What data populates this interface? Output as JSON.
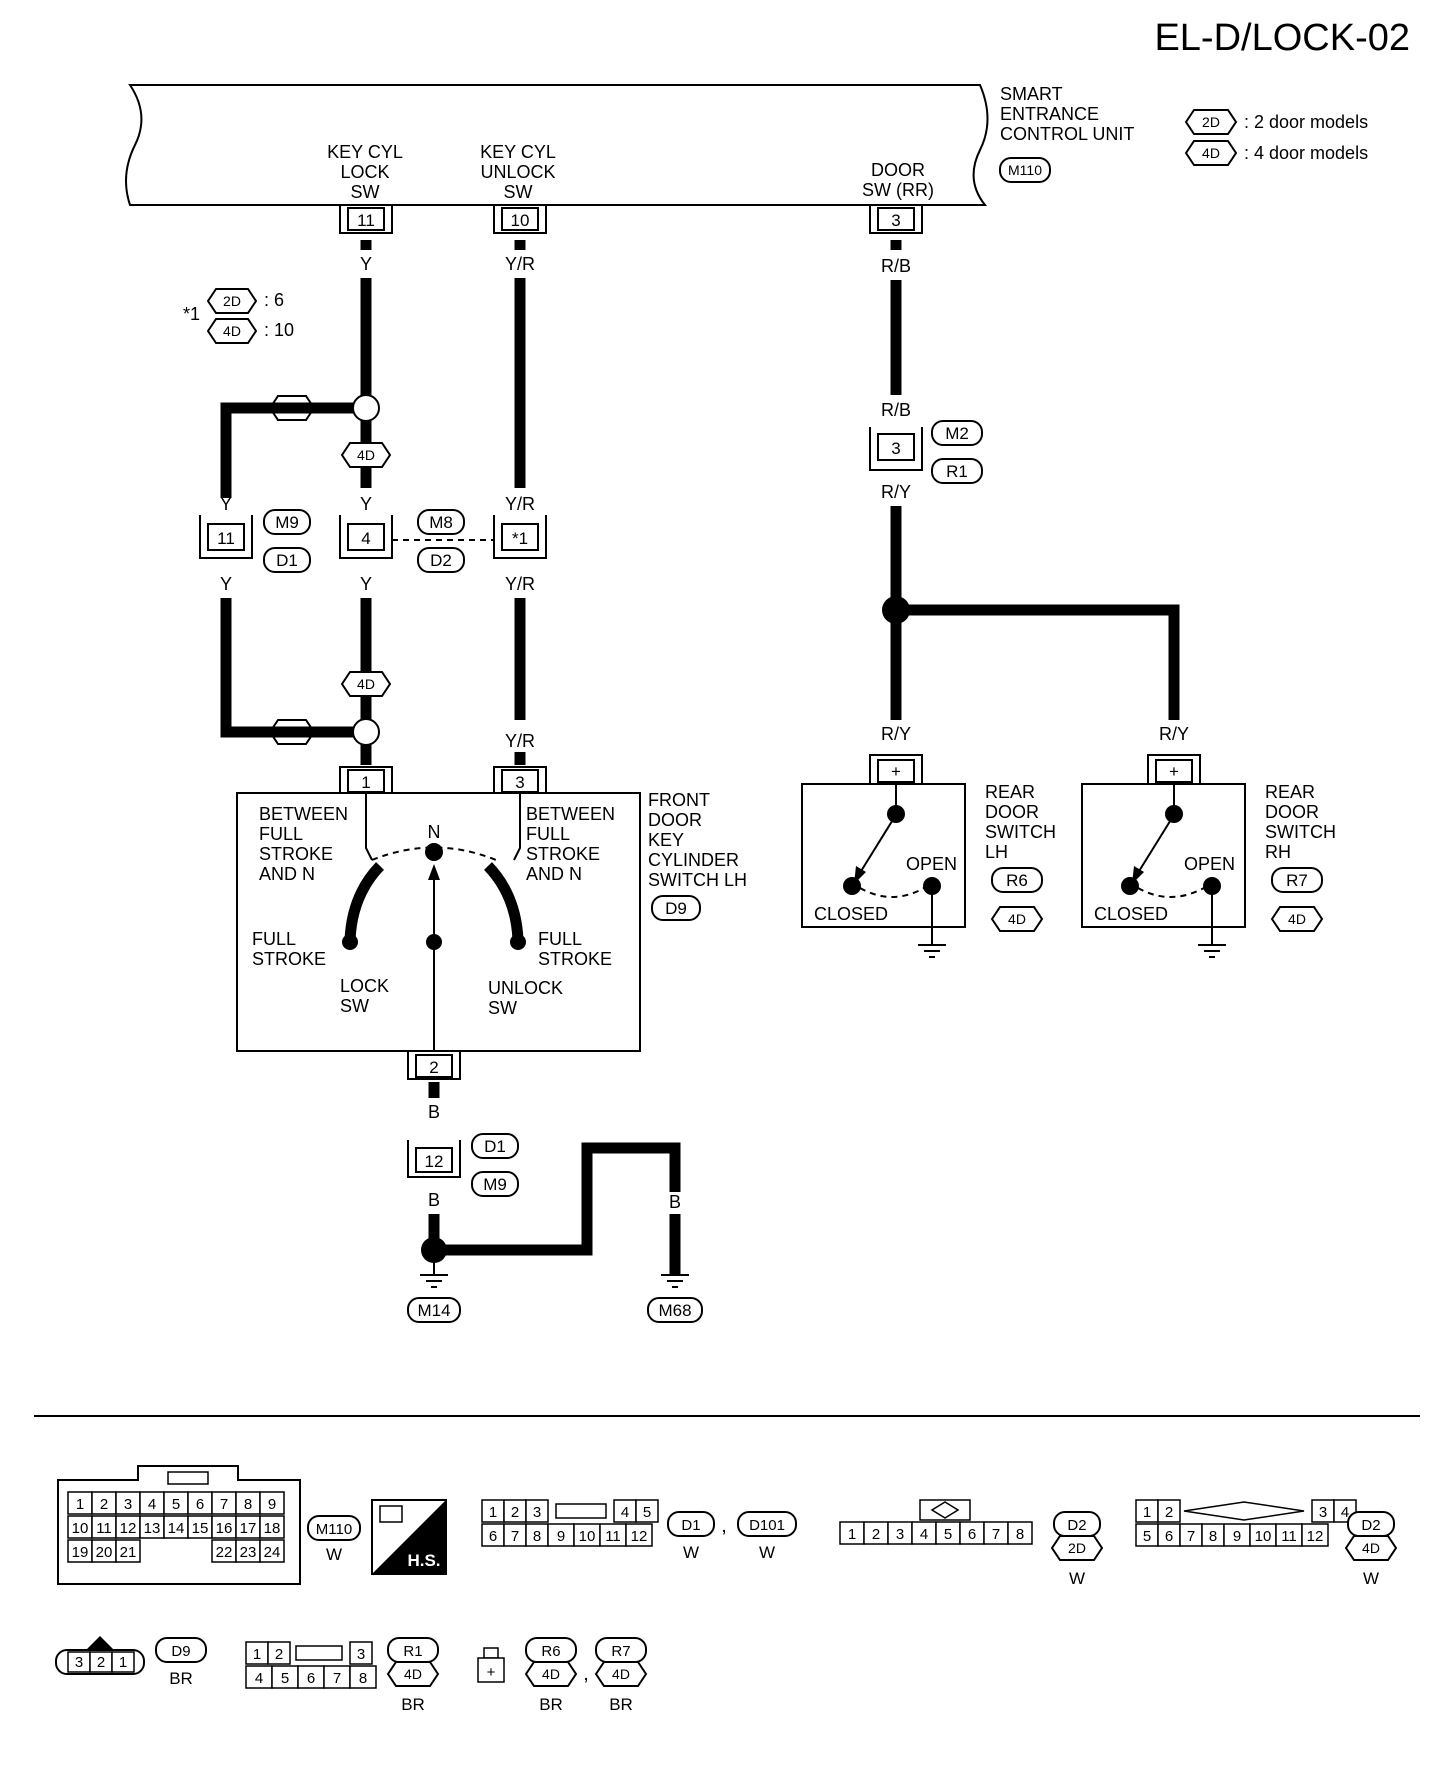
{
  "title": "EL-D/LOCK-02",
  "control_unit": {
    "name_lines": [
      "SMART",
      "ENTRANCE",
      "CONTROL UNIT"
    ],
    "connector": "M110",
    "terminals": [
      {
        "pin": "11",
        "name_lines": [
          "KEY CYL",
          "LOCK",
          "SW"
        ],
        "wire": "Y"
      },
      {
        "pin": "10",
        "name_lines": [
          "KEY CYL",
          "UNLOCK",
          "SW"
        ],
        "wire": "Y/R"
      },
      {
        "pin": "3",
        "name_lines": [
          "DOOR",
          "SW (RR)"
        ],
        "wire": "R/B"
      }
    ]
  },
  "legend": {
    "items": [
      {
        "tag": "2D",
        "text": ": 2 door models"
      },
      {
        "tag": "4D",
        "text": ": 4 door models"
      }
    ]
  },
  "footnote": {
    "mark": "*1",
    "items": [
      {
        "tag": "2D",
        "text": ": 6"
      },
      {
        "tag": "4D",
        "text": ": 10"
      }
    ]
  },
  "wires": {
    "y": "Y",
    "yr": "Y/R",
    "rb": "R/B",
    "ry": "R/Y",
    "b": "B"
  },
  "variants": {
    "two_door": "2D",
    "four_door": "4D"
  },
  "joint_connectors": {
    "left_pin": "11",
    "left_codes": [
      "M9",
      "D1"
    ],
    "mid_pin": "4",
    "mid_codes": [
      "M8",
      "D2"
    ],
    "right_pin": "*1",
    "rr_pin": "3",
    "rr_codes": [
      "M2",
      "R1"
    ],
    "ground_pin": "12",
    "ground_codes": [
      "D1",
      "M9"
    ]
  },
  "key_switch": {
    "name_lines": [
      "FRONT",
      "DOOR",
      "KEY",
      "CYLINDER",
      "SWITCH LH"
    ],
    "connector": "D9",
    "pin_top_left": "1",
    "pin_top_right": "3",
    "pin_bottom": "2",
    "between_lines": [
      "BETWEEN",
      "FULL",
      "STROKE",
      "AND N"
    ],
    "full_stroke_lines": [
      "FULL",
      "STROKE"
    ],
    "n_label": "N",
    "lock_lines": [
      "LOCK",
      "SW"
    ],
    "unlock_lines": [
      "UNLOCK",
      "SW"
    ]
  },
  "door_switches": [
    {
      "name_lines": [
        "REAR",
        "DOOR",
        "SWITCH",
        "LH"
      ],
      "connector": "R6",
      "variant": "4D",
      "pin": "+",
      "open": "OPEN",
      "closed": "CLOSED"
    },
    {
      "name_lines": [
        "REAR",
        "DOOR",
        "SWITCH",
        "RH"
      ],
      "connector": "R7",
      "variant": "4D",
      "pin": "+",
      "open": "OPEN",
      "closed": "CLOSED"
    }
  ],
  "grounds": [
    "M14",
    "M68"
  ],
  "connector_views": {
    "m110": {
      "rows": [
        [
          "1",
          "2",
          "3",
          "4",
          "5",
          "6",
          "7",
          "8",
          "9"
        ],
        [
          "10",
          "11",
          "12",
          "13",
          "14",
          "15",
          "16",
          "17",
          "18"
        ],
        [
          "19",
          "20",
          "21",
          "22",
          "23",
          "24"
        ]
      ],
      "code": "M110",
      "color": "W"
    },
    "hs": {
      "text": "H.S."
    },
    "d1": {
      "rows": [
        [
          "1",
          "2",
          "3",
          "4",
          "5"
        ],
        [
          "6",
          "7",
          "8",
          "9",
          "10",
          "11",
          "12"
        ]
      ],
      "codes": [
        "D1",
        "D101"
      ],
      "sep": ",",
      "colors": [
        "W",
        "W"
      ]
    },
    "d2_2d": {
      "row": [
        "1",
        "2",
        "3",
        "4",
        "5",
        "6",
        "7",
        "8"
      ],
      "code": "D2",
      "variant": "2D",
      "color": "W"
    },
    "d2_4d": {
      "rows": [
        [
          "1",
          "2",
          "3",
          "4"
        ],
        [
          "5",
          "6",
          "7",
          "8",
          "9",
          "10",
          "11",
          "12"
        ]
      ],
      "code": "D2",
      "variant": "4D",
      "color": "W"
    },
    "d9": {
      "row": [
        "3",
        "2",
        "1"
      ],
      "code": "D9",
      "color": "BR"
    },
    "r1": {
      "rows": [
        [
          "1",
          "2",
          "3"
        ],
        [
          "4",
          "5",
          "6",
          "7",
          "8"
        ]
      ],
      "code": "R1",
      "variant": "4D",
      "color": "BR"
    },
    "r6r7": {
      "pin": "+",
      "codes": [
        "R6",
        "R7"
      ],
      "sep": ",",
      "variant": "4D",
      "colors": [
        "BR",
        "BR"
      ]
    }
  }
}
